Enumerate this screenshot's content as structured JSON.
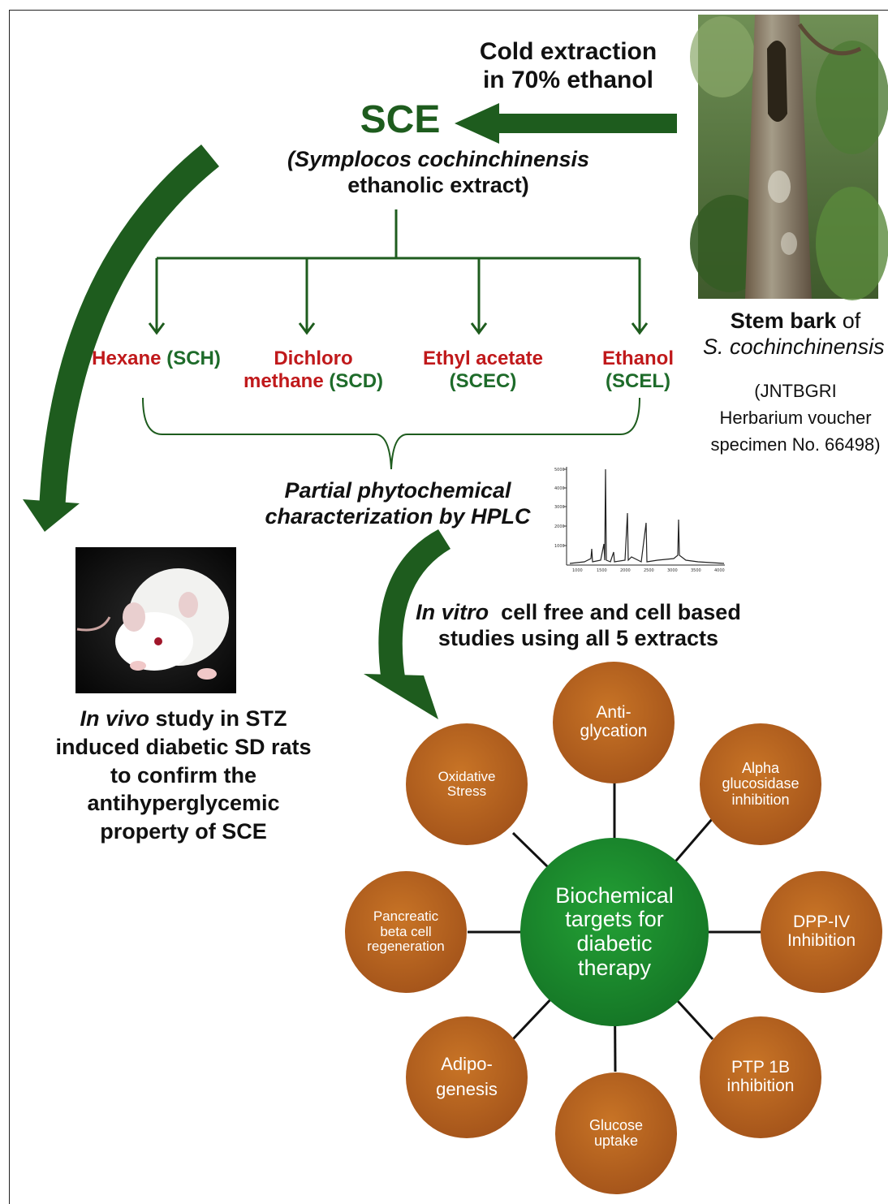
{
  "extraction": {
    "line1": "Cold extraction",
    "line2": "in 70% ethanol"
  },
  "sce": {
    "title": "SCE",
    "subtitle_line1": "(Symplocos cochinchinensis",
    "subtitle_line2": "ethanolic extract)"
  },
  "bark": {
    "caption_bold": "Stem bark",
    "caption_of": " of",
    "species": "S. cochinchinensis",
    "voucher_line1": "(JNTBGRI",
    "voucher_line2": "Herbarium voucher",
    "voucher_line3": "specimen No. 66498)"
  },
  "fractions": [
    {
      "name": "Hexane",
      "code": "(SCH)"
    },
    {
      "name_line1": "Dichloro",
      "name_line2": "methane",
      "code": "(SCD)"
    },
    {
      "name": "Ethyl acetate",
      "code": "(SCEC)"
    },
    {
      "name": "Ethanol",
      "code": "(SCEL)"
    }
  ],
  "hplc": {
    "line1": "Partial phytochemical",
    "line2": "characterization by HPLC"
  },
  "invitro": {
    "italic": "In vitro",
    "line1_rest": "  cell free and cell based",
    "line2": "studies using all 5 extracts"
  },
  "invivo": {
    "italic": "In vivo",
    "line1_rest": " study in STZ",
    "line2": "induced diabetic SD rats",
    "line3": "to confirm the",
    "line4": "antihyperglycemic",
    "line5": "property of SCE"
  },
  "center": {
    "line1": "Biochemical",
    "line2": "targets for",
    "line3": "diabetic",
    "line4": "therapy"
  },
  "targets": [
    {
      "line1": "Anti-",
      "line2": "glycation"
    },
    {
      "line1": "Alpha",
      "line2": "glucosidase",
      "line3": "inhibition"
    },
    {
      "line1": "DPP-IV",
      "line2": "Inhibition"
    },
    {
      "line1": "PTP 1B",
      "line2": "inhibition"
    },
    {
      "line1": "Glucose",
      "line2": "uptake"
    },
    {
      "line1": "Adipo-",
      "line2": "genesis"
    },
    {
      "line1": "Pancreatic",
      "line2": "beta cell",
      "line3": "regeneration"
    },
    {
      "line1": "Oxidative",
      "line2": "Stress"
    }
  ],
  "colors": {
    "green": "#1e5c1e",
    "red": "#c0191b",
    "node_brown": "#b8611c",
    "center_green": "#1b8a2c"
  }
}
